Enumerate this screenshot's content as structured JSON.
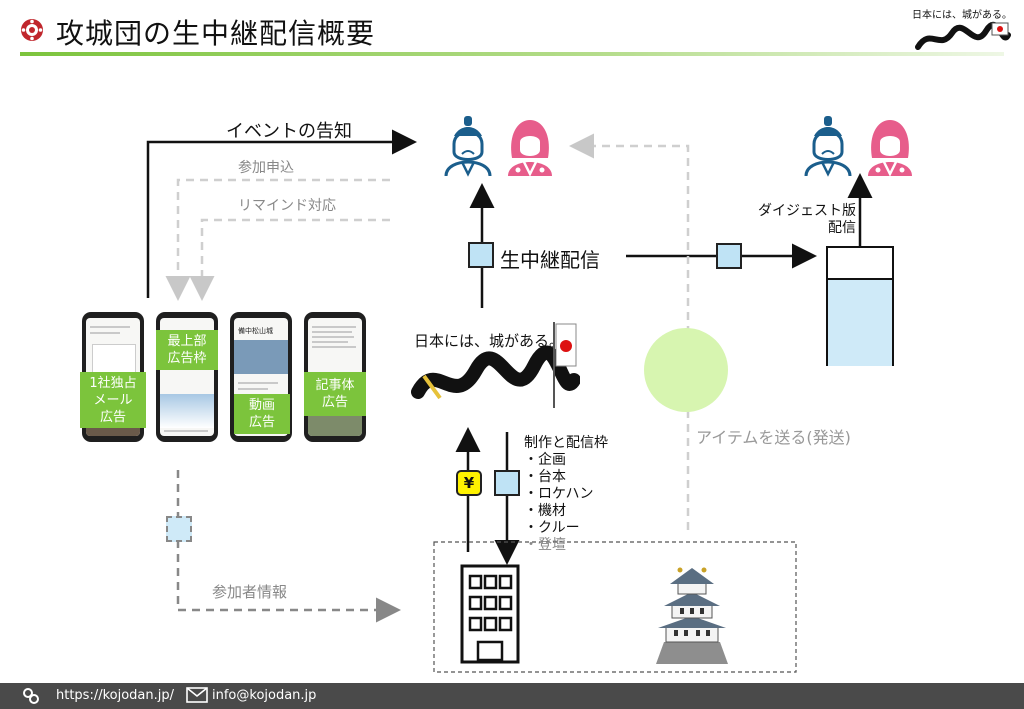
{
  "title": "攻城団の生中継配信概要",
  "logo": {
    "text": "日本には、城がある。"
  },
  "labels": {
    "event_notice": "イベントの告知",
    "apply": "参加申込",
    "remind": "リマインド対応",
    "live": "生中継配信",
    "digest": "ダイジェスト版\n配信",
    "items": "アイテムを送る(発送)",
    "participant_info": "参加者情報",
    "production_title": "制作と配信枠",
    "yen": "¥"
  },
  "production_items": [
    "企画",
    "台本",
    "ロケハン",
    "機材",
    "クルー",
    "登壇"
  ],
  "ad_boxes": [
    {
      "label": "1社独占\nメール\n広告"
    },
    {
      "label": "最上部\n広告枠"
    },
    {
      "label": "動画\n広告"
    },
    {
      "label": "記事体\n広告"
    }
  ],
  "phone_texts": {
    "castle_name": "備中松山城"
  },
  "footer": {
    "url": "https://kojodan.jp/",
    "email": "info@kojodan.jp"
  },
  "colors": {
    "accent_green": "#7cc43c",
    "light_blue": "#bfe3f5",
    "yen_yellow": "#fff200",
    "circle_green": "#d7f5b0"
  }
}
